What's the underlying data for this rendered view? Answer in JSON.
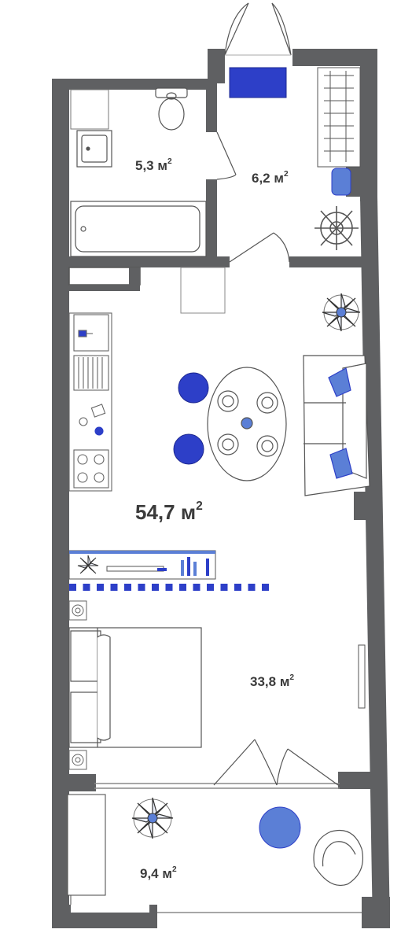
{
  "colors": {
    "wall": "#5f6062",
    "line": "#555555",
    "accent": "#2d3fc8",
    "accent_soft": "#5b7fd6",
    "light_fill": "#f2f4f8"
  },
  "rooms": [
    {
      "id": "bathroom",
      "number": "5,3",
      "unit": "м",
      "sup": "2"
    },
    {
      "id": "hallway",
      "number": "6,2",
      "unit": "м",
      "sup": "2"
    },
    {
      "id": "living-kitchen",
      "number": "54,7",
      "unit": "м",
      "sup": "2"
    },
    {
      "id": "bedroom",
      "number": "33,8",
      "unit": "м",
      "sup": "2"
    },
    {
      "id": "balcony",
      "number": "9,4",
      "unit": "м",
      "sup": "2"
    }
  ],
  "icons": {
    "plant": "plant-icon",
    "toilet": "toilet-icon",
    "sink": "sink-icon",
    "bathtub": "bathtub-icon",
    "stove": "stove-icon",
    "bed": "bed-icon",
    "sofa": "sofa-icon",
    "table": "dining-table-icon",
    "chair": "chair-icon",
    "coat-rack": "coat-rack-icon",
    "shoe-rack": "shoe-rack-icon",
    "bench": "bench-icon",
    "armchair": "armchair-icon",
    "door": "door-icon"
  }
}
